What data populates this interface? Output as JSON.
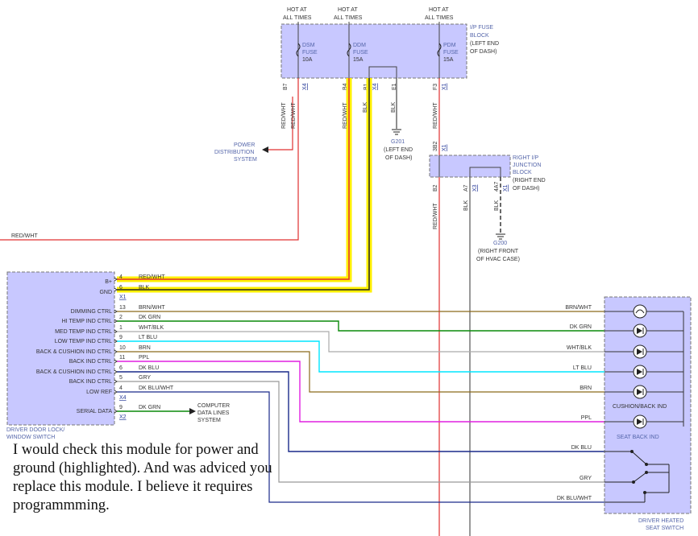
{
  "colors": {
    "module_fill": "#c8c8ff",
    "red": "#e03030",
    "yellow_highlight": "#fff000",
    "dk_grn": "#0a8a0a",
    "lt_blu": "#00e5ff",
    "brn": "#8a6a1a",
    "ppl": "#e020e0",
    "dk_blu": "#1a2a8a",
    "gry": "#999999",
    "white_blk": "#aaaaaa",
    "black": "#444444"
  },
  "fuse_block": {
    "hot_labels": [
      "HOT AT",
      "ALL TIMES",
      "HOT AT",
      "ALL TIMES",
      "HOT AT",
      "ALL TIMES"
    ],
    "name": [
      "I/P FUSE",
      "BLOCK",
      "(LEFT END",
      "OF DASH)"
    ],
    "fuses": [
      {
        "name": "DSM",
        "word": "FUSE",
        "amps": "10A"
      },
      {
        "name": "DDM",
        "word": "FUSE",
        "amps": "15A"
      },
      {
        "name": "PDM",
        "word": "FUSE",
        "amps": "15A"
      }
    ],
    "pins": [
      "B7",
      "X4",
      "B4",
      "B1",
      "X4",
      "E1",
      "F3",
      "X1"
    ]
  },
  "wires_top": [
    "RED/WHT",
    "RED/WHT",
    "RED/WHT",
    "BLK",
    "BLK",
    "RED/WHT"
  ],
  "power_dist": [
    "POWER",
    "DISTRIBUTION",
    "SYSTEM"
  ],
  "g201": [
    "G201",
    "(LEFT END",
    "OF DASH)"
  ],
  "junction": {
    "name": [
      "RIGHT I/P",
      "JUNCTION",
      "BLOCK",
      "(RIGHT END",
      "OF DASH)"
    ],
    "top_pin": [
      "3B2",
      "X1"
    ],
    "pins": [
      "B2",
      "A7",
      "X3",
      "4A7",
      "X1"
    ],
    "wires": [
      "RED/WHT",
      "BLK",
      "BLK"
    ]
  },
  "g200": [
    "G200",
    "(RIGHT FRONT",
    "OF HVAC CASE)"
  ],
  "left_wire": "RED/WHT",
  "ddm": {
    "name": [
      "DRIVER DOOR LOCK/",
      "WINDOW SWITCH"
    ],
    "pins": [
      {
        "label": "B+",
        "num": "4",
        "wire": "RED/WHT"
      },
      {
        "label": "GND",
        "num": "6",
        "wire": "BLK"
      },
      {
        "label": "DIMMING CTRL",
        "num": "13",
        "wire": "BRN/WHT"
      },
      {
        "label": "HI TEMP IND CTRL",
        "num": "2",
        "wire": "DK GRN"
      },
      {
        "label": "MED TEMP IND CTRL",
        "num": "1",
        "wire": "WHT/BLK"
      },
      {
        "label": "LOW TEMP IND CTRL",
        "num": "9",
        "wire": "LT BLU"
      },
      {
        "label": "BACK & CUSHION IND CTRL",
        "num": "10",
        "wire": "BRN"
      },
      {
        "label": "BACK IND CTRL",
        "num": "11",
        "wire": "PPL"
      },
      {
        "label": "BACK & CUSHION IND CTRL",
        "num": "6",
        "wire": "DK BLU"
      },
      {
        "label": "BACK IND CTRL",
        "num": "5",
        "wire": "GRY"
      },
      {
        "label": "LOW REF",
        "num": "4",
        "wire": "DK BLU/WHT"
      },
      {
        "label": "SERIAL DATA",
        "num": "9",
        "wire": "DK GRN"
      }
    ],
    "connectors": [
      "X1",
      "X4",
      "X2"
    ]
  },
  "computer": [
    "COMPUTER",
    "DATA LINES",
    "SYSTEM"
  ],
  "seat_wires": [
    "BRN/WHT",
    "DK GRN",
    "WHT/BLK",
    "LT BLU",
    "BRN",
    "PPL",
    "DK BLU",
    "GRY",
    "DK BLU/WHT"
  ],
  "seat": {
    "labels": [
      "CUSHION/BACK IND",
      "SEAT BACK IND"
    ],
    "name": [
      "DRIVER HEATED",
      "SEAT SWITCH"
    ]
  },
  "note": "I would check this module for power and ground (highlighted). And was adviced you replace this module. I believe it requires programmming."
}
